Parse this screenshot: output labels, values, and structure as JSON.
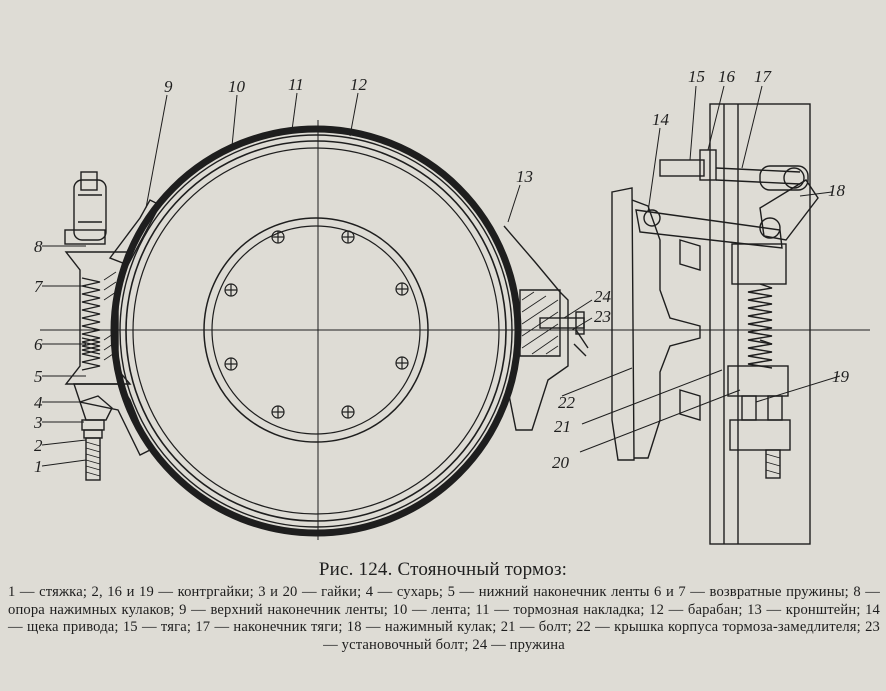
{
  "figure": {
    "callouts": [
      "1",
      "2",
      "3",
      "4",
      "5",
      "6",
      "7",
      "8",
      "9",
      "10",
      "11",
      "12",
      "13",
      "14",
      "15",
      "16",
      "17",
      "18",
      "19",
      "20",
      "21",
      "22",
      "23",
      "24"
    ]
  },
  "caption": "Рис. 124. Стояночный тормоз:",
  "legend": "1 — стяжка; 2, 16 и 19 — контргайки; 3 и 20 — гайки; 4 — сухарь; 5 — нижний наконечник ленты 6 и 7 — возвратные пружины; 8 — опора нажимных кулаков; 9 — верхний наконечник ленты; 10 — лента; 11 — тормозная накладка; 12 — барабан; 13 — кронштейн; 14 — щека привода; 15 — тяга; 17 — наконечник тяги; 18 — нажимный кулак; 21 — болт; 22 — крышка корпуса тормоза-замедлителя; 23 — установочный болт; 24 — пружина"
}
